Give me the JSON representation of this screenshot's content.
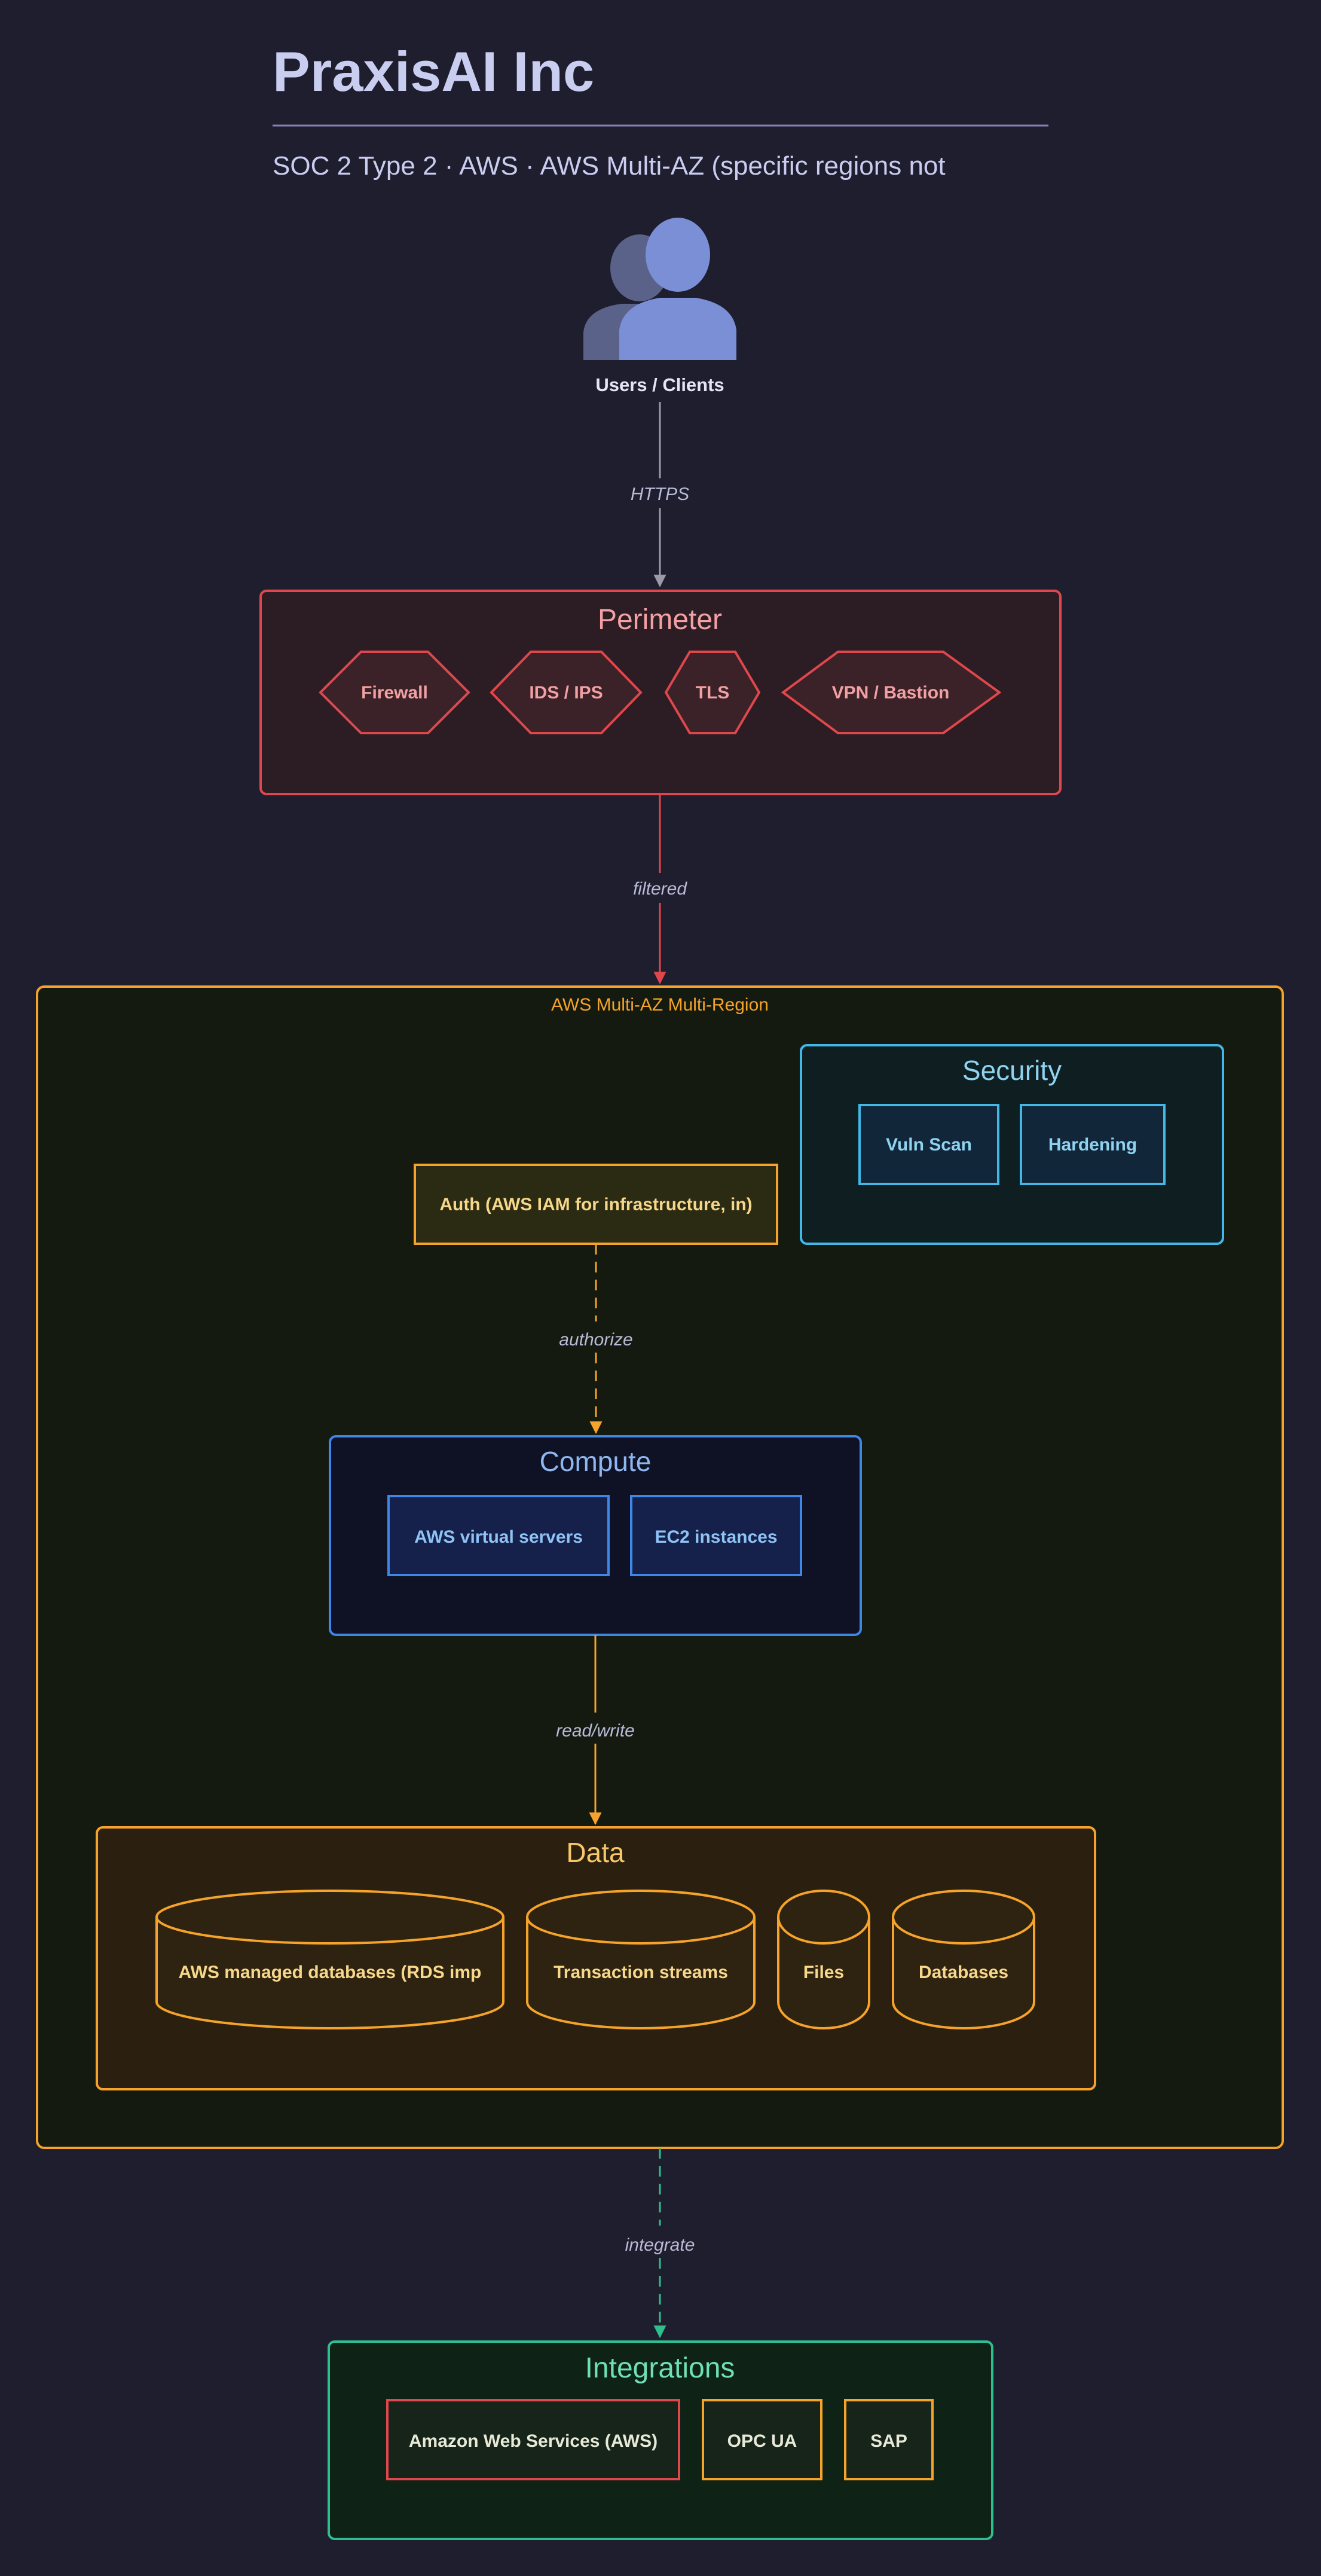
{
  "header": {
    "title": "PraxisAI Inc",
    "subtitle": "SOC 2 Type 2 · AWS · AWS Multi-AZ (specific regions not"
  },
  "users": {
    "label": "Users / Clients"
  },
  "edges": {
    "https": "HTTPS",
    "filtered": "filtered",
    "authorize": "authorize",
    "read_write": "read/write",
    "integrate": "integrate"
  },
  "perimeter": {
    "title": "Perimeter",
    "items": [
      "Firewall",
      "IDS / IPS",
      "TLS",
      "VPN / Bastion"
    ]
  },
  "cloud": {
    "label": "AWS Multi-AZ Multi-Region"
  },
  "security": {
    "title": "Security",
    "items": [
      "Vuln Scan",
      "Hardening"
    ]
  },
  "auth": {
    "label": "Auth (AWS IAM for infrastructure, in)"
  },
  "compute": {
    "title": "Compute",
    "items": [
      "AWS virtual servers",
      "EC2 instances"
    ]
  },
  "data": {
    "title": "Data",
    "items": [
      "AWS managed databases (RDS imp",
      "Transaction streams",
      "Files",
      "Databases"
    ]
  },
  "integrations": {
    "title": "Integrations",
    "items": [
      "Amazon Web Services (AWS)",
      "OPC UA",
      "SAP"
    ]
  },
  "colors": {
    "background": "#1f1e2e",
    "perimeter": "#e0474c",
    "cloud": "#f5a32a",
    "security": "#42b8e8",
    "compute": "#3f86e6",
    "data": "#f5a32a",
    "integrations": "#2fbf8f",
    "users": "#7b8fd6"
  },
  "icons": {
    "users": "users-group-icon"
  }
}
